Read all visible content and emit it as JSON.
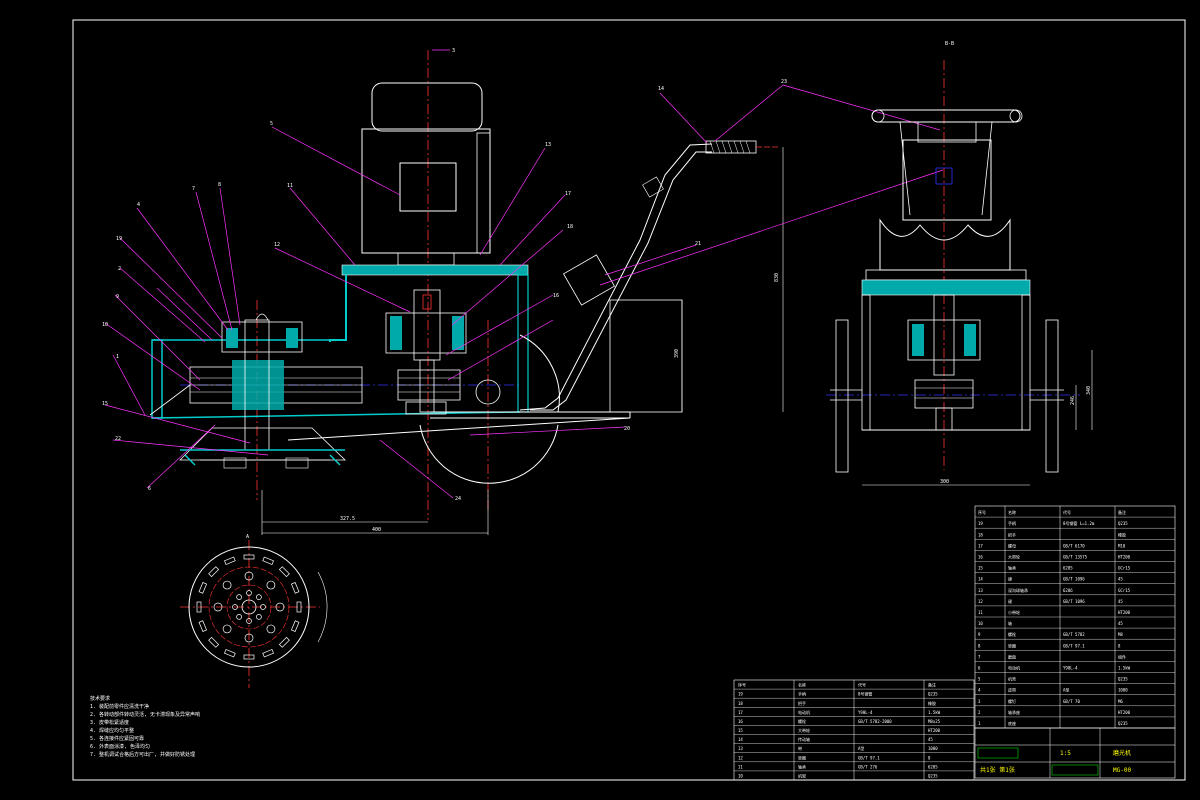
{
  "drawing": {
    "view_label": "B-B",
    "section_label": "A",
    "notes_title": "技术要求",
    "notes": [
      "1. 装配前零件应清洗干净",
      "2. 各转动部件转动灵活, 无卡滞现象及异常声响",
      "3. 皮带松紧适度",
      "4. 焊缝应均匀平整",
      "5. 各连接件应紧固可靠",
      "6. 外表面涂漆, 色泽均匀",
      "7. 整机调试合格后方可出厂, 并做好防锈处理"
    ],
    "dimensions": {
      "d_327": "327.5",
      "d_400": "400",
      "d_830": "830",
      "d_390": "390",
      "d_300": "300",
      "d_246": "246",
      "d_340": "340"
    },
    "callouts": [
      "1",
      "2",
      "3",
      "4",
      "5",
      "6",
      "7",
      "8",
      "9",
      "10",
      "11",
      "12",
      "13",
      "14",
      "15",
      "16",
      "17",
      "18",
      "19",
      "20",
      "21",
      "22",
      "23",
      "24"
    ],
    "parts_list_header": [
      "序号",
      "名称",
      "代号",
      "备注"
    ],
    "parts_list_rows": [
      [
        "19",
        "手柄",
        "8号钢管",
        "Q235"
      ],
      [
        "18",
        "把手",
        "",
        "橡胶"
      ],
      [
        "17",
        "电动机",
        "Y90L-4",
        "1.5kW"
      ],
      [
        "16",
        "螺栓",
        "GB/T 5782-2000",
        "M8x25"
      ],
      [
        "15",
        "大带轮",
        "",
        "HT200"
      ],
      [
        "14",
        "传动轴",
        "",
        "45"
      ],
      [
        "13",
        "带",
        "A型",
        "1000"
      ],
      [
        "12",
        "垫圈",
        "GB/T 97.1",
        "8"
      ],
      [
        "11",
        "轴承",
        "GB/T 276",
        "6205"
      ],
      [
        "10",
        "机架",
        "",
        "Q235"
      ]
    ],
    "side_table_rows": [
      [
        "19",
        "手柄",
        "8号钢管 L=1.2m",
        "Q235"
      ],
      [
        "18",
        "把手",
        "",
        "橡胶"
      ],
      [
        "17",
        "螺母",
        "GB/T 6170",
        "M10"
      ],
      [
        "16",
        "大带轮",
        "GB/T 13575",
        "HT200"
      ],
      [
        "15",
        "轴承",
        "6205",
        "GCr15"
      ],
      [
        "14",
        "键",
        "GB/T 1096",
        "45"
      ],
      [
        "13",
        "深沟球轴承",
        "6206",
        "GCr15"
      ],
      [
        "12",
        "键",
        "GB/T 1096",
        "45"
      ],
      [
        "11",
        "小带轮",
        "",
        "HT200"
      ],
      [
        "10",
        "轴",
        "",
        "45"
      ],
      [
        "9",
        "螺栓",
        "GB/T 5782",
        "M8"
      ],
      [
        "8",
        "垫圈",
        "GB/T 97.1",
        "8"
      ],
      [
        "7",
        "磨盘",
        "",
        "组件"
      ],
      [
        "6",
        "电动机",
        "Y90L-4",
        "1.5kW"
      ],
      [
        "5",
        "机壳",
        "",
        "Q235"
      ],
      [
        "4",
        "皮带",
        "A型",
        "1000"
      ],
      [
        "3",
        "螺钉",
        "GB/T 70",
        "M6"
      ],
      [
        "2",
        "轴承座",
        "",
        "HT200"
      ],
      [
        "1",
        "底座",
        "",
        "Q235"
      ]
    ],
    "title_block": {
      "name": "磨光机",
      "drawing_no": "MG-00",
      "scale": "1:5",
      "sheet": "共1张 第1张"
    }
  }
}
